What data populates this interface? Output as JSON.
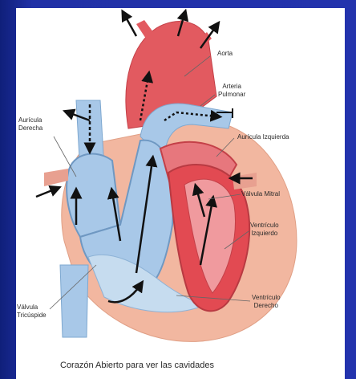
{
  "labels": {
    "aorta": "Aorta",
    "pulmonary_artery": "Arteria\nPulmonar",
    "left_atrium": "Aurícula Izquierda",
    "right_atrium": "Aurícula\nDerecha",
    "mitral_valve": "Válvula Mitral",
    "left_ventricle": "Ventrículo\nIzquierdo",
    "right_ventricle": "Ventrículo\nDerecho",
    "tricuspid_valve": "Válvula\nTricúspide"
  },
  "caption": "Corazón Abierto para ver las cavidades",
  "colors": {
    "background": "#2333ad",
    "panel": "#ffffff",
    "oxygenated": "#e24a52",
    "deoxygenated": "#9fc4e6",
    "muscle": "#f2b7a0"
  }
}
